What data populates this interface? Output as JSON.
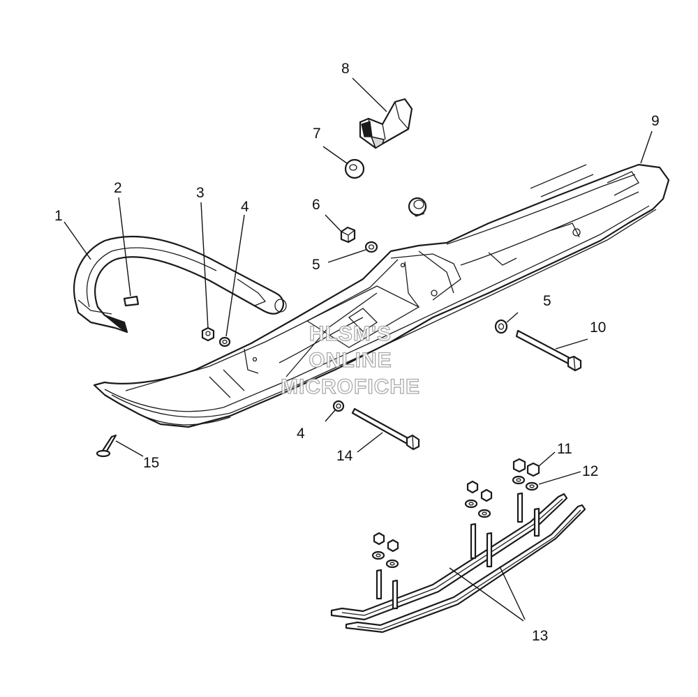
{
  "callouts": {
    "c1": "1",
    "c2": "2",
    "c3": "3",
    "c4a": "4",
    "c4b": "4",
    "c5a": "5",
    "c5b": "5",
    "c6": "6",
    "c7": "7",
    "c8": "8",
    "c9": "9",
    "c10": "10",
    "c11": "11",
    "c12": "12",
    "c13": "13",
    "c14": "14",
    "c15": "15"
  },
  "watermark": {
    "line1": "HLSM'S",
    "line2": "ONLINE",
    "line3": "MICROFICHE"
  },
  "colors": {
    "line": "#1a1a1a",
    "background": "#ffffff",
    "watermark_outline": "#9a9a9a"
  }
}
